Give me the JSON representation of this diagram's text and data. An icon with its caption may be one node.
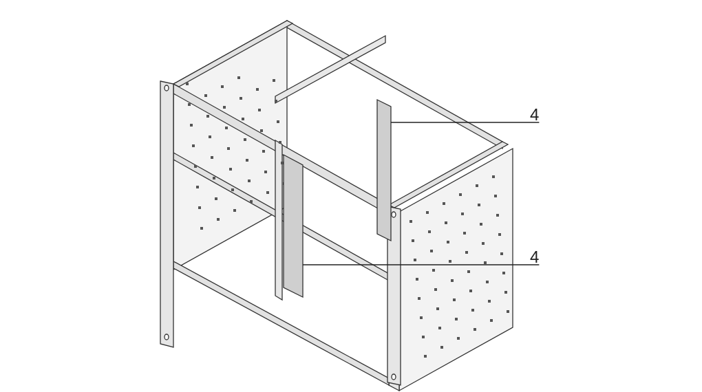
{
  "diagram": {
    "nodes": [
      {
        "text": [
          "4"
        ]
      },
      {
        "text": [
          "4"
        ]
      },
      {
        "text": [],
        "shape": "bar"
      },
      {
        "text": [],
        "shape": "bar"
      }
    ],
    "edges": [
      {
        "from": 0,
        "to": 3,
        "arrow": "none"
      },
      {
        "from": 1,
        "to": 2,
        "arrow": "none"
      }
    ]
  }
}
